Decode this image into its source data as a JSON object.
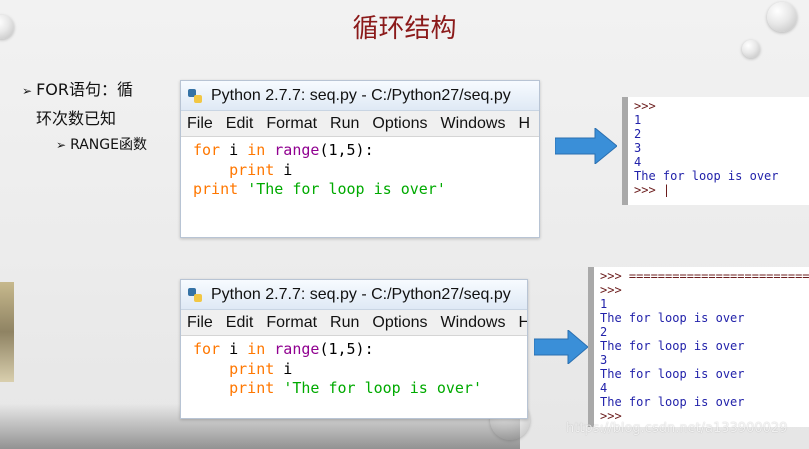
{
  "slide": {
    "title": "循环结构",
    "bullet1_line1": "FOR语句：循",
    "bullet1_line2": "环次数已知",
    "bullet2": "RANGE函数"
  },
  "editor_top": {
    "title": "Python 2.7.7: seq.py - C:/Python27/seq.py",
    "menu": [
      "File",
      "Edit",
      "Format",
      "Run",
      "Options",
      "Windows",
      "H"
    ],
    "code": {
      "l1_kw": "for",
      "l1_var": " i ",
      "l1_in": "in",
      "l1_sp": " ",
      "l1_func": "range",
      "l1_rest": "(1,5):",
      "l2_indent": "    ",
      "l2_kw": "print",
      "l2_rest": " i",
      "l3_kw": "print",
      "l3_sp": " ",
      "l3_str": "'The for loop is over'"
    }
  },
  "editor_bottom": {
    "title": "Python 2.7.7: seq.py - C:/Python27/seq.py",
    "menu": [
      "File",
      "Edit",
      "Format",
      "Run",
      "Options",
      "Windows",
      "H"
    ],
    "code": {
      "l1_kw": "for",
      "l1_var": " i ",
      "l1_in": "in",
      "l1_sp": " ",
      "l1_func": "range",
      "l1_rest": "(1,5):",
      "l2_indent": "    ",
      "l2_kw": "print",
      "l2_rest": " i",
      "l3_indent": "    ",
      "l3_kw": "print",
      "l3_sp": " ",
      "l3_str": "'The for loop is over'"
    }
  },
  "shell_top": {
    "lines": [
      {
        "text": ">>>",
        "prompt": true
      },
      {
        "text": "1",
        "prompt": false
      },
      {
        "text": "2",
        "prompt": false
      },
      {
        "text": "3",
        "prompt": false
      },
      {
        "text": "4",
        "prompt": false
      },
      {
        "text": "The for loop is over",
        "prompt": false
      },
      {
        "text": ">>> |",
        "prompt": true
      }
    ]
  },
  "shell_bottom": {
    "lines": [
      {
        "text": ">>> ==========================",
        "prompt": true
      },
      {
        "text": ">>>",
        "prompt": true
      },
      {
        "text": "1",
        "prompt": false
      },
      {
        "text": "The for loop is over",
        "prompt": false
      },
      {
        "text": "2",
        "prompt": false
      },
      {
        "text": "The for loop is over",
        "prompt": false
      },
      {
        "text": "3",
        "prompt": false
      },
      {
        "text": "The for loop is over",
        "prompt": false
      },
      {
        "text": "4",
        "prompt": false
      },
      {
        "text": "The for loop is over",
        "prompt": false
      },
      {
        "text": ">>>",
        "prompt": true
      }
    ]
  },
  "watermark": "https://blog.csdn.net/a133900029",
  "colors": {
    "title": "#8b1a1a",
    "keyword": "#ff7700",
    "builtin": "#900090",
    "string": "#00aa00",
    "shell_output": "#2222aa",
    "arrow": "#3a8fd8"
  },
  "icons": [
    "python-icon",
    "arrow-right-icon",
    "bullet-arrow-icon"
  ]
}
